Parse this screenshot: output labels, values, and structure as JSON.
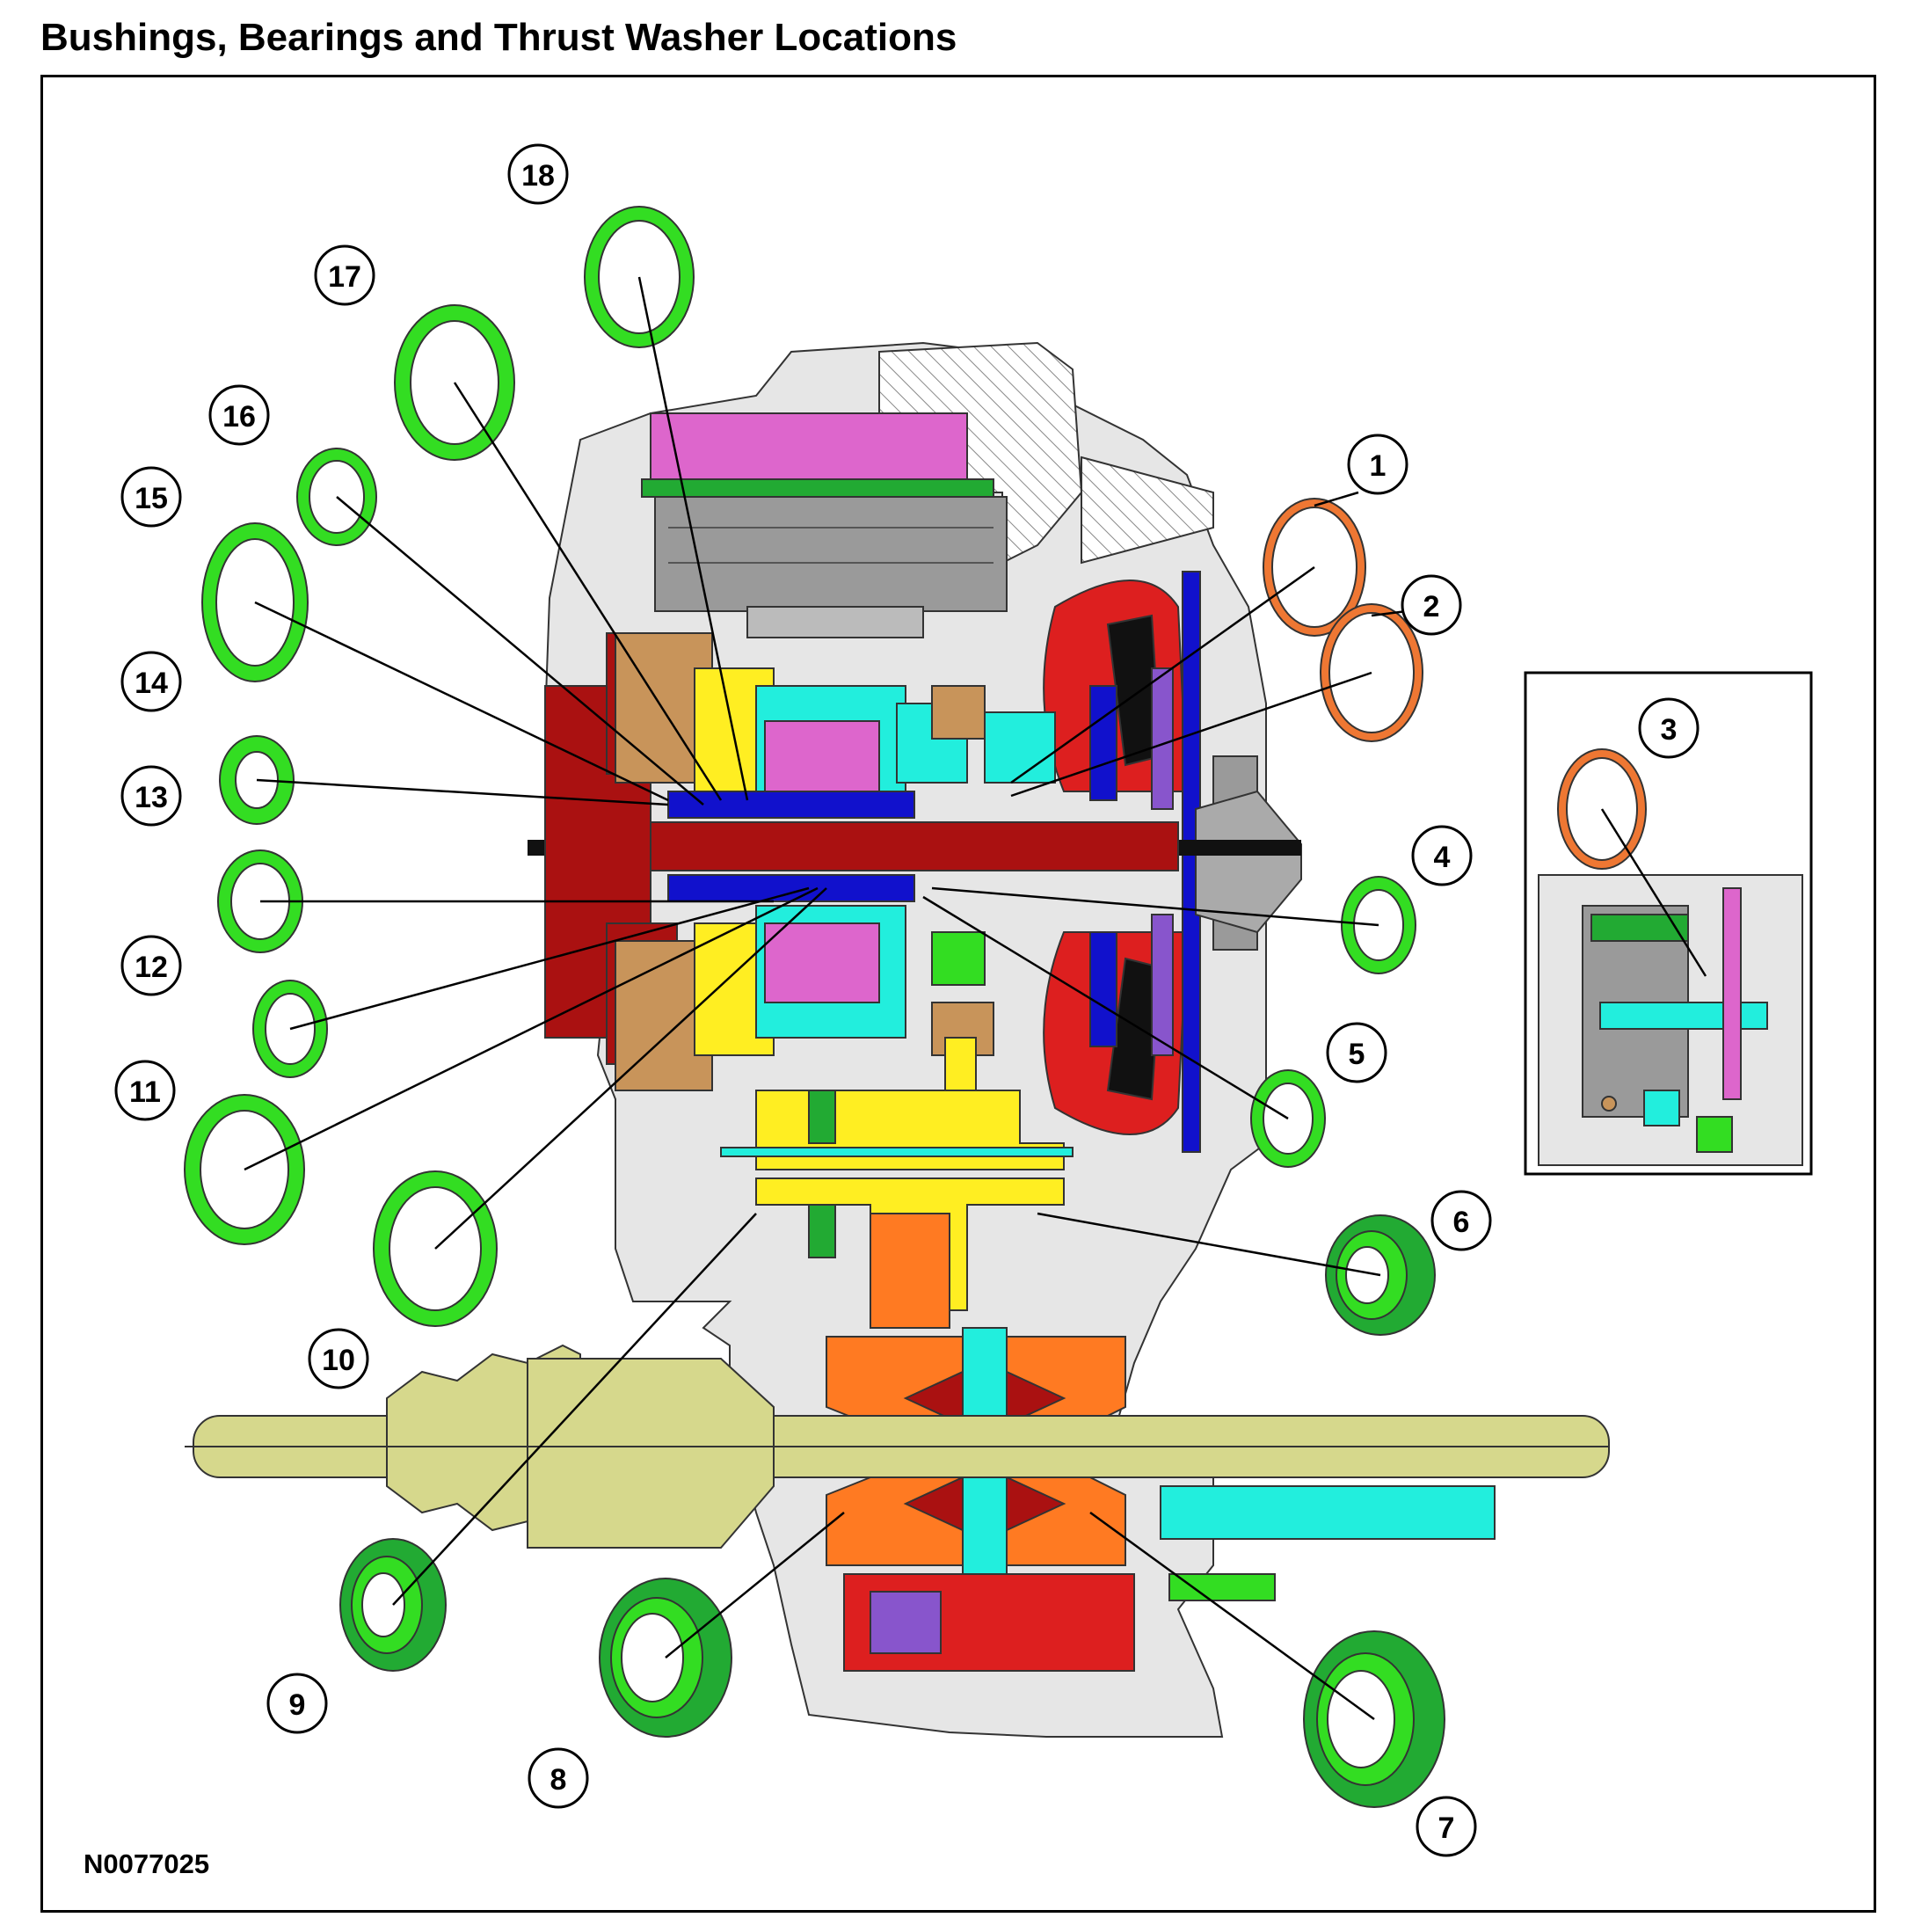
{
  "title": "Bushings, Bearings and Thrust Washer Locations",
  "figure_id": "N0077025",
  "callouts": [
    "1",
    "2",
    "3",
    "4",
    "5",
    "6",
    "7",
    "8",
    "9",
    "10",
    "11",
    "12",
    "13",
    "14",
    "15",
    "16",
    "17",
    "18"
  ],
  "colors": {
    "bearing_green": "#33dd22",
    "washer_orange": "#ee7733",
    "case_gray": "#e6e6e6",
    "dark_red": "#aa1111",
    "red": "#dd1f1f",
    "yellow": "#ffee22",
    "cyan": "#22eedd",
    "magenta": "#dd66cc",
    "purple": "#8855cc",
    "blue": "#1111cc",
    "axle_olive": "#d6d88c",
    "orange": "#ff7a22",
    "tan": "#c8945a",
    "valve_gray": "#9a9a9a"
  }
}
